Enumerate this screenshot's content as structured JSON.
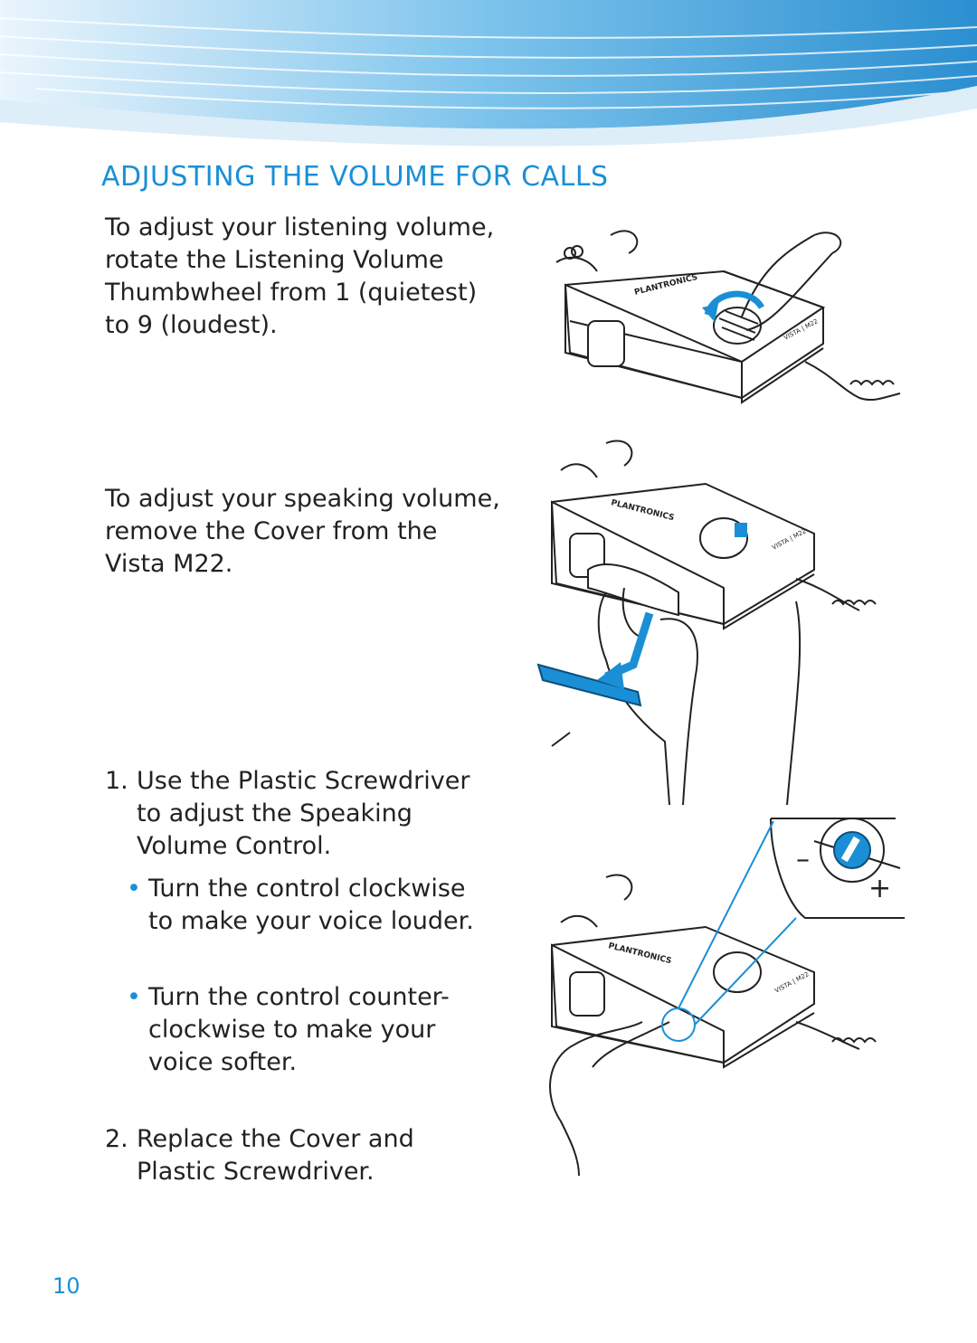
{
  "section": {
    "title": "ADJUSTING THE VOLUME FOR CALLS"
  },
  "paragraphs": {
    "listening": "To adjust your listening volume, rotate the Listening Volume Thumbwheel from 1 (quietest) to 9 (loudest).",
    "speaking": "To adjust your speaking volume, remove the Cover from the Vista M22."
  },
  "steps": [
    {
      "number": "1.",
      "text": "Use the Plastic Screwdriver to adjust the Speaking Volume Control.",
      "bullets": [
        "Turn the control clockwise to make your voice louder.",
        "Turn the control counter-clockwise to make your voice softer."
      ]
    },
    {
      "number": "2.",
      "text": "Replace the Cover and Plastic Screwdriver."
    }
  ],
  "illustrations": {
    "brand_label": "PLANTRONICS",
    "model_label": "VISTA | M22",
    "zoom_minus": "–",
    "zoom_plus": "+"
  },
  "colors": {
    "accent": "#1a8fd6",
    "banner_light": "#e6f3fb",
    "banner_dark": "#2b8fd0"
  },
  "footer": {
    "page_number": "10"
  }
}
